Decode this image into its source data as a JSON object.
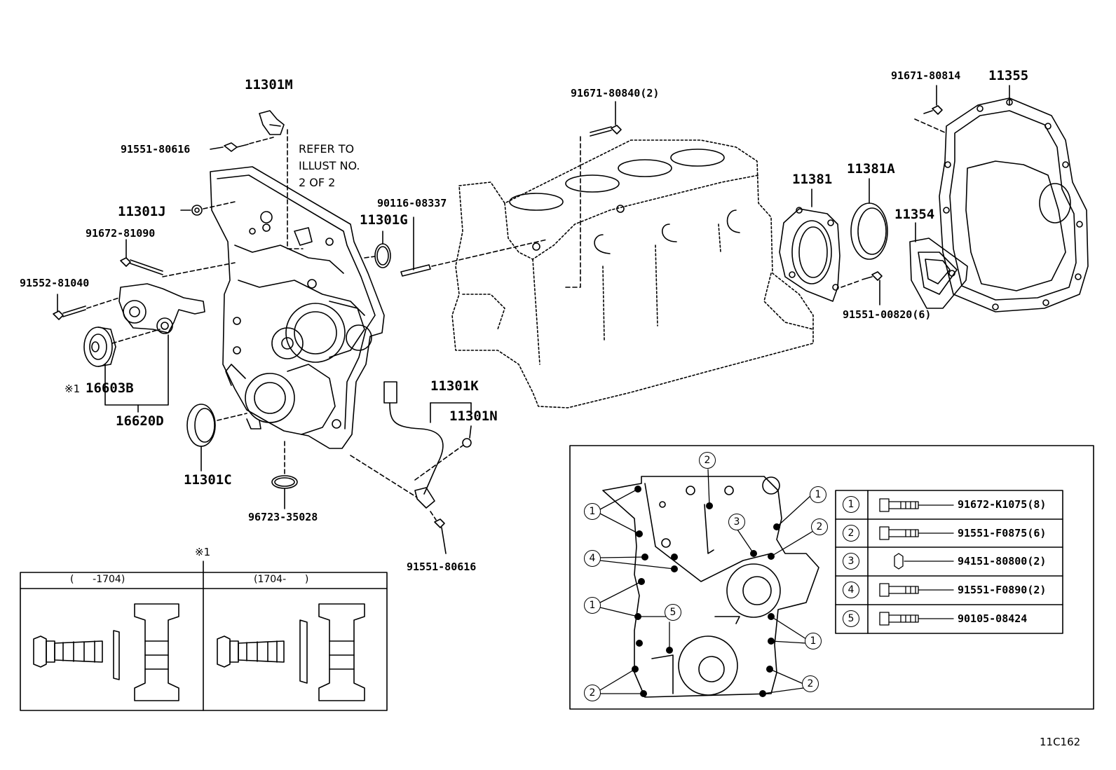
{
  "part_labels": {
    "p11301M": "11301M",
    "p91551_80616_top": "91551-80616",
    "p11301J": "11301J",
    "p91672_81090": "91672-81090",
    "p91552_81040": "91552-81040",
    "p16603B": "16603B",
    "p16620D": "16620D",
    "p11301C": "11301C",
    "p96723_35028": "96723-35028",
    "p11301K": "11301K",
    "p11301N": "11301N",
    "p91551_80616_bot": "91551-80616",
    "p90116_08337": "90116-08337",
    "p11301G": "11301G",
    "p91671_80840": "91671-80840(2)",
    "p11381": "11381",
    "p11381A": "11381A",
    "p11354": "11354",
    "p91551_00820": "91551-00820(6)",
    "p91671_80814": "91671-80814",
    "p11355": "11355"
  },
  "notes": {
    "refer_line1": "REFER TO",
    "refer_line2": "ILLUST NO.",
    "refer_line3": "2 OF 2",
    "footnote_mark": "※1",
    "footnote_mark_box": "※1",
    "diagram_code": "11C162"
  },
  "variant_table": {
    "col1_header": "(      -1704)",
    "col2_header": "(1704-      )"
  },
  "legend": [
    {
      "num": "1",
      "part": "91672-K1075(8)"
    },
    {
      "num": "2",
      "part": "91551-F0875(6)"
    },
    {
      "num": "3",
      "part": "94151-80800(2)"
    },
    {
      "num": "4",
      "part": "91551-F0890(2)"
    },
    {
      "num": "5",
      "part": "90105-08424"
    }
  ],
  "callouts": {
    "c1": "1",
    "c2": "2",
    "c3": "3",
    "c4": "4",
    "c5": "5"
  }
}
